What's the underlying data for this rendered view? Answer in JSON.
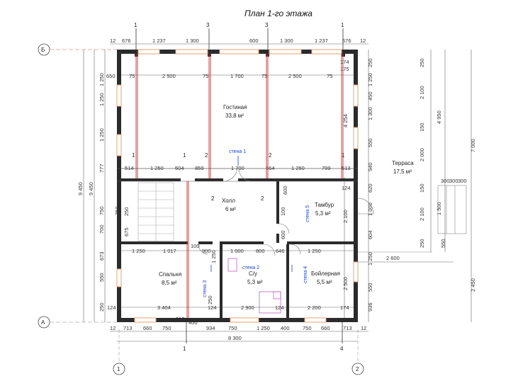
{
  "title": "План 1-го этажа",
  "axes": {
    "B": "Б",
    "A": "А",
    "one": "1",
    "two": "2",
    "three": "3",
    "four": "4"
  },
  "top_dims": [
    "12",
    "676",
    "1 237",
    "1 300",
    "600",
    "1 300",
    "1 237",
    "676",
    "12"
  ],
  "inner_top_dims": [
    "650",
    "75",
    "2 500",
    "75",
    "1 700",
    "75",
    "2 500",
    "75",
    "175"
  ],
  "mid_dims": [
    "514",
    "1 250",
    "504",
    "859",
    "1 700",
    "564",
    "1 250",
    "799",
    "513"
  ],
  "hall_dims": [
    "1 250",
    "1 017",
    "900",
    "1 000",
    "800",
    "646",
    "1 250"
  ],
  "bottom_inner_dims": [
    "3 404",
    "124",
    "2 900",
    "124",
    "2 200",
    "174"
  ],
  "bottom_dims": [
    "12",
    "713",
    "660",
    "750",
    "317",
    "400",
    "934",
    "750",
    "1 250",
    "400",
    "750",
    "660",
    "713",
    "12"
  ],
  "overall_width": "8 300",
  "left_dims": [
    "1 250",
    "1 250",
    "1 250",
    "777",
    "750",
    "700",
    "673",
    "550",
    "250"
  ],
  "left_dims_2": [
    "9 450",
    "9 450"
  ],
  "right_dims": [
    "250",
    "1 250",
    "450",
    "1 300",
    "550",
    "940",
    "620",
    "1 000",
    "604",
    "1 250",
    "550",
    "936"
  ],
  "right_dims_2": [
    "4 254",
    "2 100",
    "2 500"
  ],
  "terrace_dims": [
    "250",
    "2 100",
    "150",
    "2 000",
    "150",
    "2 100",
    "250",
    "4 950",
    "7 000",
    "2 450",
    "1 500",
    "550",
    "2 600"
  ],
  "step_dims": [
    "300",
    "300",
    "300"
  ],
  "small_dims": [
    "1 250",
    "100",
    "250",
    "600",
    "100",
    "600",
    "675",
    "250",
    "750",
    "124",
    "174",
    "124"
  ],
  "rooms": {
    "living": {
      "name": "Гостиная",
      "area": "33,8 м²"
    },
    "hall": {
      "name": "Холл",
      "area": "6 м²"
    },
    "vestibule": {
      "name": "Тамбур",
      "area": "5,3 м²"
    },
    "bedroom": {
      "name": "Спальня",
      "area": "8,5 м²"
    },
    "bathroom": {
      "name": "С/у",
      "area": "5,3 м²"
    },
    "boiler": {
      "name": "Бойлерная",
      "area": "5,5 м²"
    },
    "terrace": {
      "name": "Терраса",
      "area": "17,5 м²"
    }
  },
  "wall_labels": [
    "стена 1",
    "стена 2",
    "стена 3",
    "стена 4",
    "стена 5"
  ],
  "section_marks": [
    "1",
    "1",
    "2",
    "2",
    "1",
    "2",
    "1",
    "4"
  ]
}
